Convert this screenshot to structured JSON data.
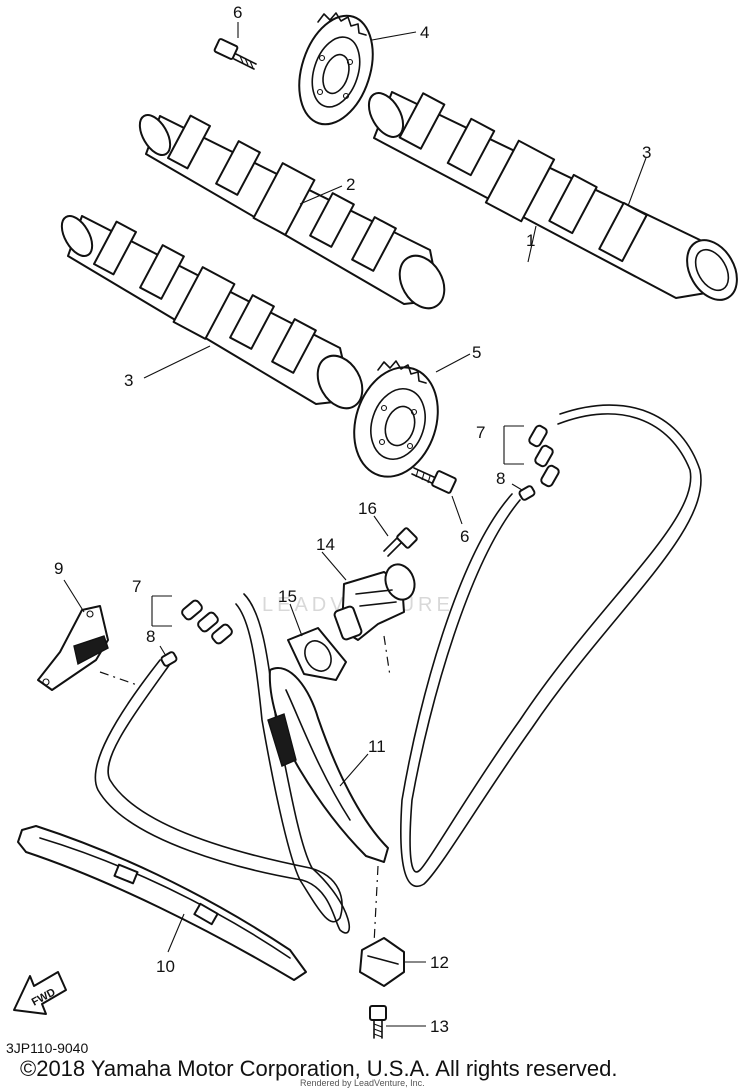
{
  "diagram": {
    "callouts": [
      {
        "id": "c6a",
        "text": "6"
      },
      {
        "id": "c4",
        "text": "4"
      },
      {
        "id": "c3a",
        "text": "3"
      },
      {
        "id": "c2",
        "text": "2"
      },
      {
        "id": "c1",
        "text": "1"
      },
      {
        "id": "c3b",
        "text": "3"
      },
      {
        "id": "c5",
        "text": "5"
      },
      {
        "id": "c7a",
        "text": "7"
      },
      {
        "id": "c8a",
        "text": "8"
      },
      {
        "id": "c6b",
        "text": "6"
      },
      {
        "id": "c16",
        "text": "16"
      },
      {
        "id": "c14",
        "text": "14"
      },
      {
        "id": "c9",
        "text": "9"
      },
      {
        "id": "c7b",
        "text": "7"
      },
      {
        "id": "c15",
        "text": "15"
      },
      {
        "id": "c8b",
        "text": "8"
      },
      {
        "id": "c11",
        "text": "11"
      },
      {
        "id": "c10",
        "text": "10"
      },
      {
        "id": "c12",
        "text": "12"
      },
      {
        "id": "c13",
        "text": "13"
      }
    ],
    "fwd_label": "FWD"
  },
  "footer": {
    "diagram_code": "3JP110-9040",
    "copyright": "©2018 Yamaha Motor Corporation, U.S.A. All rights reserved.",
    "renderer": "Rendered by LeadVenture, Inc."
  },
  "watermark": "LEADVENTURE"
}
